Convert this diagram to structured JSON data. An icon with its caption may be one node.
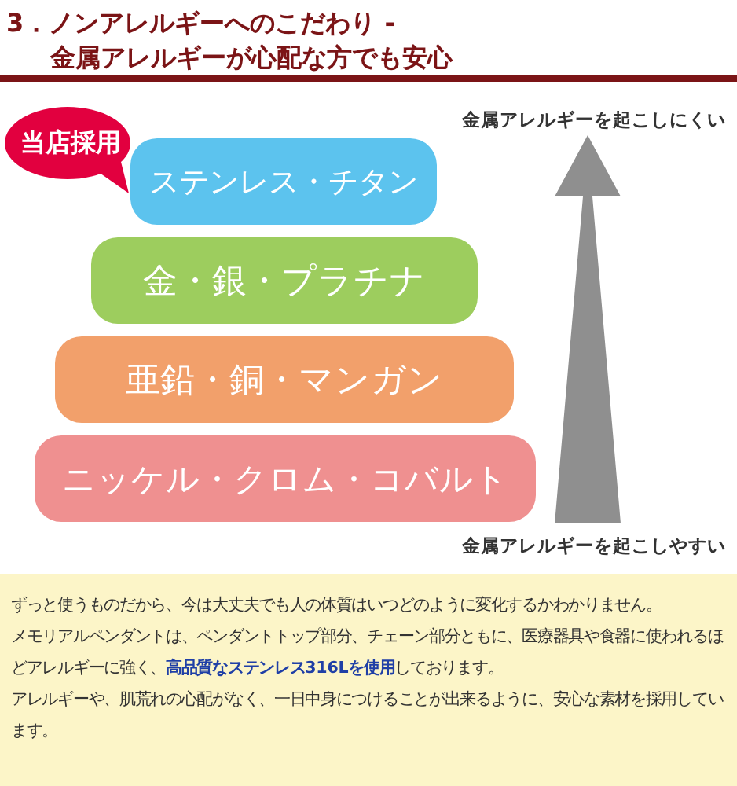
{
  "diagram": {
    "title": "3．ノンアレルギーへのこだわり - 金属アレルギーが心配な方でも安心",
    "nodes": [
      {
        "text": [
          "当店採用"
        ]
      },
      {
        "text": [
          "ステンレス・チタン"
        ]
      },
      {
        "text": [
          "金・銀・プラチナ"
        ]
      },
      {
        "text": [
          "亜鉛・銅・マンガン"
        ]
      },
      {
        "text": [
          "ニッケル・クロム・コバルト"
        ]
      },
      {
        "text": [
          "ずっと使うものだから、今は大丈夫でも人の体質はいつどのように変化するかわかりません。",
          "メモリアルペンダントは、ペンダントトップ部分、チェーン部分ともに、医療器具や食器に使われるほどアレルギーに強く、**高品質なステンレス316Lを使用**しております。",
          "アレルギーや、肌荒れの心配がなく、一日中身につけることが出来るように、安心な素材を採用しています。"
        ]
      }
    ],
    "labels": [
      "金属アレルギーを起こしにくい",
      "金属アレルギーを起こしやすい"
    ]
  }
}
